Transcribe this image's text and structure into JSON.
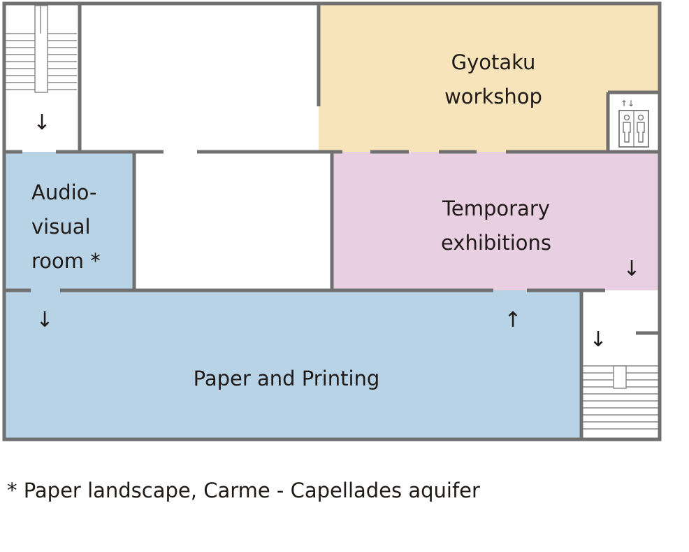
{
  "colors": {
    "wall": "#707070",
    "blue_room": "#b8d3e6",
    "yellow_room": "#f7e4bb",
    "pink_room": "#e8cfe2",
    "empty_room": "#ffffff",
    "stair_line": "#8a8a8a"
  },
  "rooms": {
    "gyotaku": {
      "line1": "Gyotaku",
      "line2": "workshop"
    },
    "temporary": {
      "line1": "Temporary",
      "line2": "exhibitions"
    },
    "audiovisual": {
      "line1": "Audio-",
      "line2": "visual",
      "line3": "room *"
    },
    "paper_printing": {
      "label": "Paper and Printing"
    }
  },
  "arrows": {
    "down": "↓",
    "up": "↑"
  },
  "icons": {
    "elevator": "elevator-icon",
    "stairs": "stairs-icon"
  },
  "footnote": "* Paper landscape, Carme - Capellades aquifer"
}
